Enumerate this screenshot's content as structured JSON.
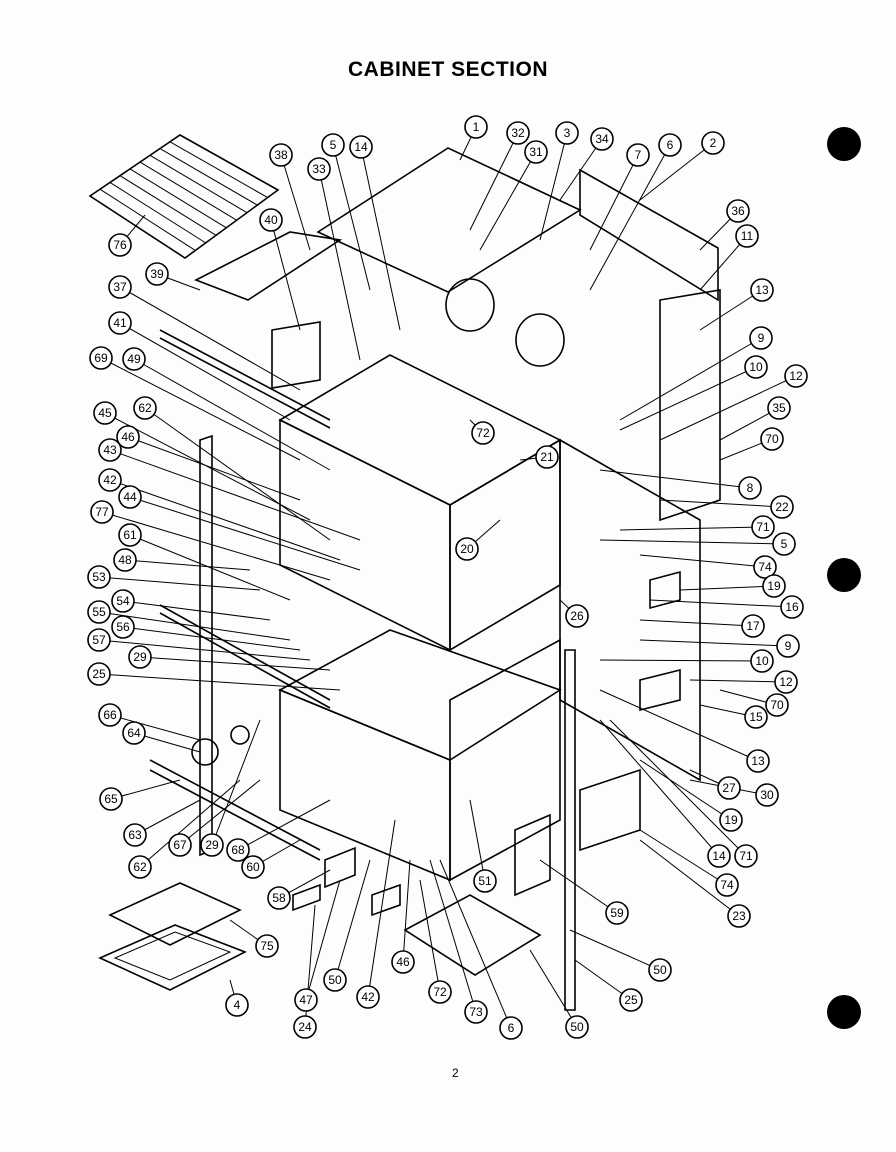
{
  "title": "CABINET SECTION",
  "page_number": "2",
  "callouts": [
    "1",
    "32",
    "31",
    "3",
    "34",
    "7",
    "6",
    "2",
    "38",
    "33",
    "5",
    "14",
    "40",
    "39",
    "76",
    "37",
    "41",
    "69",
    "49",
    "45",
    "62",
    "46",
    "43",
    "42",
    "44",
    "77",
    "61",
    "48",
    "53",
    "54",
    "55",
    "56",
    "57",
    "29",
    "25",
    "66",
    "64",
    "65",
    "63",
    "62",
    "67",
    "29",
    "68",
    "60",
    "58",
    "24",
    "47",
    "50",
    "42",
    "46",
    "72",
    "73",
    "6",
    "75",
    "4",
    "36",
    "11",
    "13",
    "9",
    "10",
    "12",
    "35",
    "70",
    "8",
    "72",
    "21",
    "22",
    "71",
    "5",
    "20",
    "74",
    "19",
    "16",
    "26",
    "17",
    "9",
    "10",
    "12",
    "70",
    "15",
    "13",
    "27",
    "30",
    "19",
    "14",
    "71",
    "74",
    "23",
    "51",
    "59",
    "50",
    "25",
    "50"
  ]
}
